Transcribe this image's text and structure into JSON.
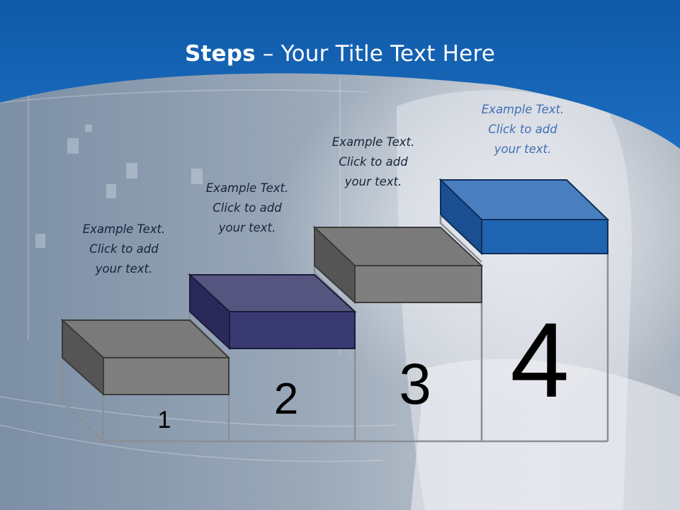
{
  "title": {
    "bold": "Steps",
    "rest": " – Your Title Text Here"
  },
  "steps": [
    {
      "number": "1",
      "caption": [
        "Example Text.",
        "Click  to add",
        "your text."
      ],
      "block_color": "#7f7f7f"
    },
    {
      "number": "2",
      "caption": [
        "Example Text.",
        "Click  to add",
        "your text."
      ],
      "block_color": "#3a3a72"
    },
    {
      "number": "3",
      "caption": [
        "Example Text.",
        "Click  to add",
        "your text."
      ],
      "block_color": "#7f7f7f"
    },
    {
      "number": "4",
      "caption": [
        "Example Text.",
        "Click  to add",
        "your text."
      ],
      "block_color": "#1f64b0"
    }
  ],
  "colors": {
    "header": "#1764b4",
    "caption_text": "#16233a",
    "caption_accent": "#3f6fb6"
  }
}
